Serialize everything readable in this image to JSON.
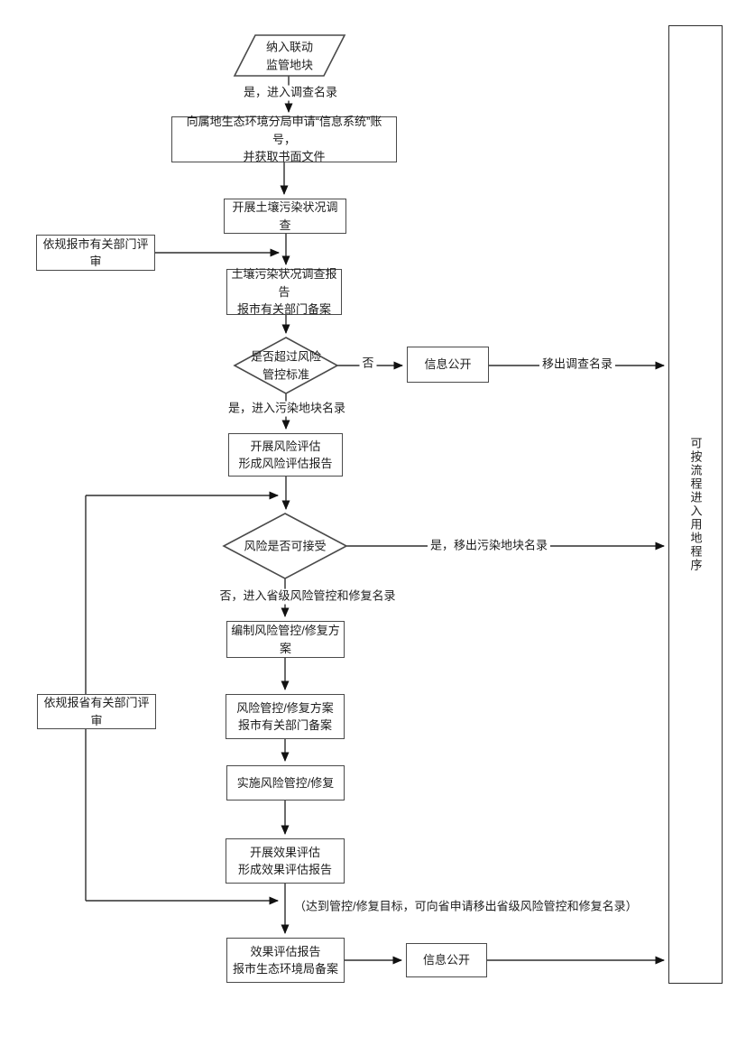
{
  "page": {
    "background": "#ffffff",
    "line_color": "#2e2e2e",
    "border_color": "#4a4a4a"
  },
  "nodes": {
    "start": {
      "type": "parallelogram",
      "lines": [
        "纳入联动",
        "监管地块"
      ]
    },
    "apply_account": {
      "type": "process",
      "lines": [
        "向属地生态环境分局申请“信息系统”账号，",
        "并获取书面文件"
      ]
    },
    "soil_survey": {
      "type": "process",
      "lines": [
        "开展土壤污染状况调查"
      ]
    },
    "review_city": {
      "type": "process",
      "lines": [
        "依规报市有关部门评审"
      ]
    },
    "survey_report": {
      "type": "process",
      "lines": [
        "土壤污染状况调查报告",
        "报市有关部门备案"
      ]
    },
    "decision_exceed_standard": {
      "type": "decision",
      "lines": [
        "是否超过风险",
        "管控标准"
      ]
    },
    "info_public_1": {
      "type": "process",
      "lines": [
        "信息公开"
      ]
    },
    "risk_assessment": {
      "type": "process",
      "lines": [
        "开展风险评估",
        "形成风险评估报告"
      ]
    },
    "decision_risk_acceptable": {
      "type": "decision",
      "lines": [
        "风险是否可接受"
      ]
    },
    "prepare_plan": {
      "type": "process",
      "lines": [
        "编制风险管控/修复方案"
      ]
    },
    "plan_report": {
      "type": "process",
      "lines": [
        "风险管控/修复方案",
        "报市有关部门备案"
      ]
    },
    "review_province": {
      "type": "process",
      "lines": [
        "依规报省有关部门评审"
      ]
    },
    "implement": {
      "type": "process",
      "lines": [
        "实施风险管控/修复"
      ]
    },
    "effect_assessment": {
      "type": "process",
      "lines": [
        "开展效果评估",
        "形成效果评估报告"
      ]
    },
    "effect_report": {
      "type": "process",
      "lines": [
        "效果评估报告",
        "报市生态环境局备案"
      ]
    },
    "info_public_2": {
      "type": "process",
      "lines": [
        "信息公开"
      ]
    },
    "land_use": {
      "type": "process",
      "text": "可按流程进入用地程序"
    }
  },
  "labels": {
    "enter_survey_list": "是，进入调查名录",
    "no": "否",
    "remove_survey_list": "移出调查名录",
    "enter_polluted_list": "是，进入污染地块名录",
    "remove_polluted_list": "是，移出污染地块名录",
    "enter_province_list": "否，进入省级风险管控和修复名录",
    "goal_note": "（达到管控/修复目标，可向省申请移出省级风险管控和修复名录）"
  }
}
